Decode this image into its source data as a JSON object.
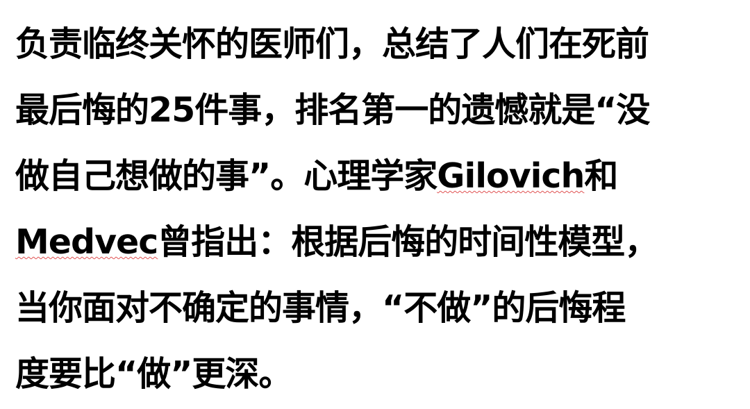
{
  "document": {
    "lines": [
      {
        "text": "负责临终关怀的医师们，总结了人们在死前"
      },
      {
        "text": "最后悔的25件事，排名第一的遗憾就是“没"
      },
      {
        "pre": "做自己想做的事”。心理学家",
        "flagged": "Gilovich",
        "post": "和"
      },
      {
        "pre": "",
        "flagged": "Medvec",
        "post": "曾指出：根据后悔的时间性模型，"
      },
      {
        "text": "当你面对不确定的事情，“不做”的后悔程"
      },
      {
        "text": "度要比“做”更深。"
      }
    ],
    "spellcheck_flagged_words": [
      "Gilovich",
      "Medvec"
    ],
    "colors": {
      "text": "#000000",
      "background": "#ffffff",
      "spellcheck_underline": "#e05050"
    }
  }
}
